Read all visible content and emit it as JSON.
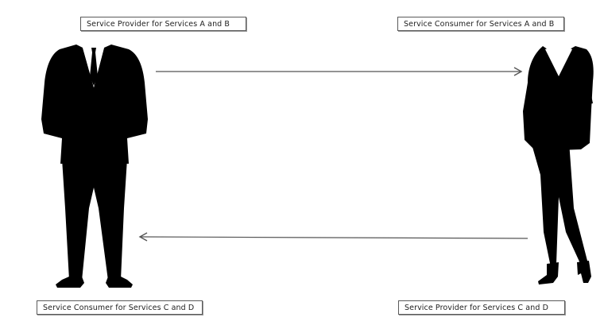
{
  "labels": {
    "top_left": "Service Provider for Services A and B",
    "top_right": "Service Consumer for Services A and B",
    "bottom_left": "Service Consumer for Services C and D",
    "bottom_right": "Service Provider for Services C and D"
  },
  "colors": {
    "silhouette": "#000000",
    "shirt": "#ffffff",
    "arrow": "#555555",
    "box_border": "#5a5a5a"
  }
}
